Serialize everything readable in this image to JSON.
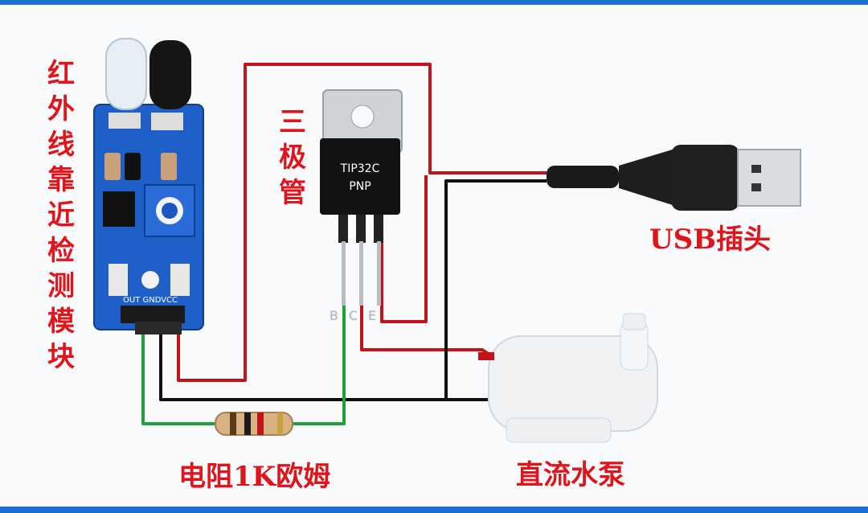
{
  "labels": {
    "ir_module": "红外线靠近检测模块",
    "transistor": "三极管",
    "usb_plug": "USB插头",
    "resistor": "电阻1K欧姆",
    "pump": "直流水泵"
  },
  "transistor": {
    "part": "TIP32C",
    "type": "PNP",
    "pins": [
      "B",
      "C",
      "E"
    ]
  },
  "ir_module_pins": "OUT GNDVCC",
  "wire_colors": {
    "positive": "#c0141a",
    "ground": "#111111",
    "signal": "#1fa03a"
  }
}
